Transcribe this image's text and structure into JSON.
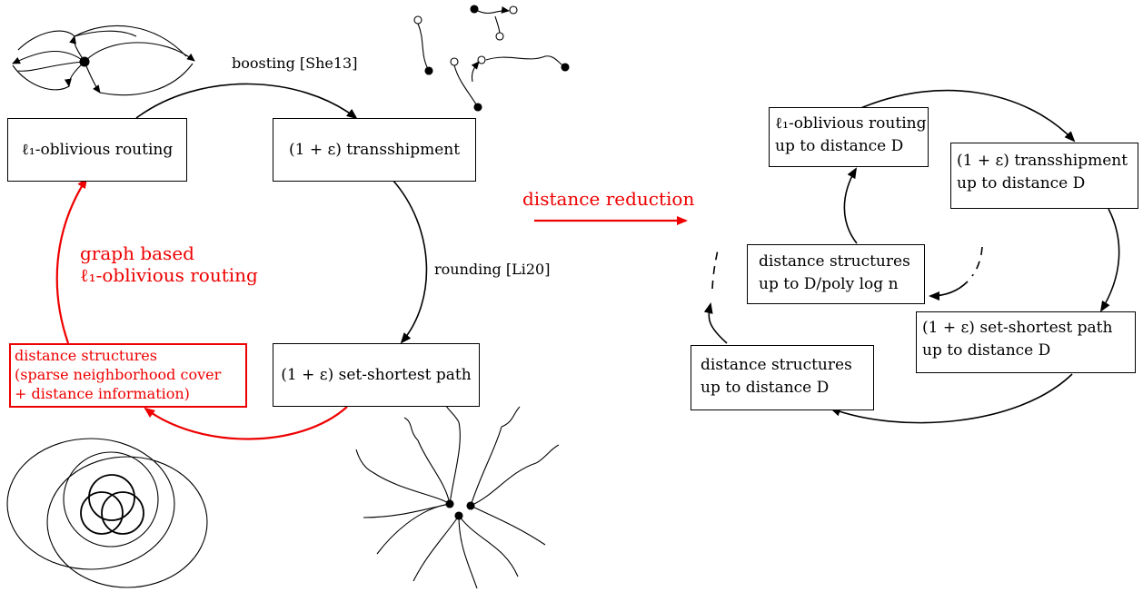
{
  "left_cycle": {
    "oblivious_routing": "ℓ₁-oblivious routing",
    "transshipment": "(1 + ε) transshipment",
    "set_shortest_path": "(1 + ε) set-shortest path",
    "distance_structures": [
      "distance structures",
      "(sparse neighborhood cover",
      "+ distance information)"
    ],
    "boosting_label": "boosting [She13]",
    "rounding_label": "rounding [Li20]",
    "graph_based_label": [
      "graph based",
      "ℓ₁-oblivious routing"
    ]
  },
  "middle": {
    "reduction_label": "distance reduction"
  },
  "right_cycle": {
    "oblivious_routing": [
      "ℓ₁-oblivious routing",
      "up to distance D"
    ],
    "transshipment": [
      "(1 + ε) transshipment",
      "up to distance D"
    ],
    "set_shortest_path": [
      "(1 + ε) set-shortest path",
      "up to distance D"
    ],
    "distance_structures": [
      "distance structures",
      "up to distance D"
    ],
    "distance_structures_small": [
      "distance structures",
      "up to D/poly log n"
    ]
  },
  "colors": {
    "accent": "#e00000",
    "ink": "#000000"
  }
}
